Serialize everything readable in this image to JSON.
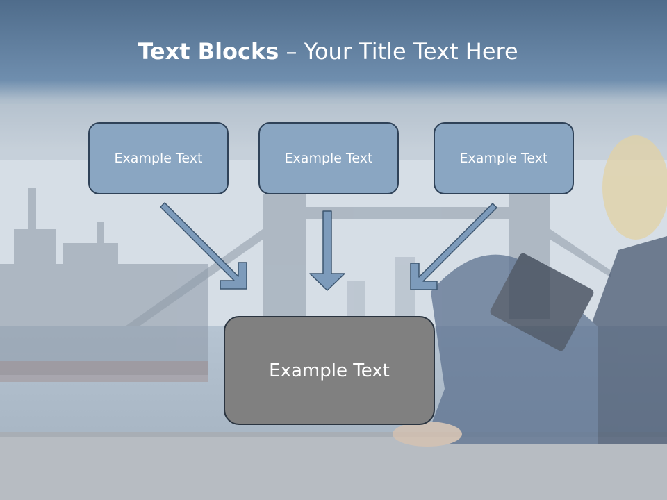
{
  "slide": {
    "title_bold": "Text Blocks",
    "title_rest": " – Your Title Text Here",
    "boxes": {
      "left": "Example Text",
      "center": "Example Text",
      "right": "Example Text",
      "bottom": "Example Text"
    }
  },
  "colors": {
    "header_band": "#5f7c9b",
    "box_fill": "#8aa6c2",
    "box_border": "#2f4258",
    "arrow_fill": "#7d9bbb",
    "bottom_box_fill": "#808080"
  }
}
